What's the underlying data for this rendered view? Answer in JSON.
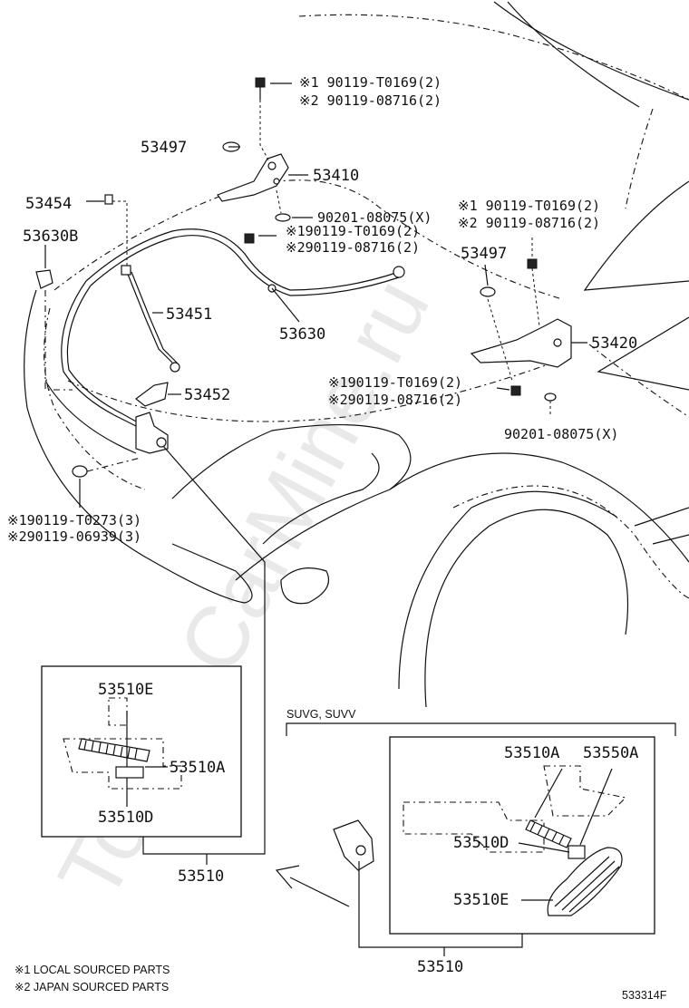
{
  "watermark": "ToyotaCarMine.ru",
  "labels": {
    "p53454": "53454",
    "p53630b": "53630B",
    "p53497_top": "53497",
    "p53410": "53410",
    "p53451": "53451",
    "p53452": "53452",
    "p53630": "53630",
    "p53497_right": "53497",
    "p53420": "53420"
  },
  "bolts": {
    "top_line1": "※1 90119-T0169(2)",
    "top_line2": "※2 90119-08716(2)",
    "mid_line1": "※190119-T0169(2)",
    "mid_line2": "※290119-08716(2)",
    "washer_mid": "90201-08075(X)",
    "right_line1": "※1 90119-T0169(2)",
    "right_line2": "※2 90119-08716(2)",
    "lower_line1": "※190119-T0169(2)",
    "lower_line2": "※290119-08716(2)",
    "washer_right": "90201-08075(X)",
    "left_line1": "※190119-T0273(3)",
    "left_line2": "※290119-06939(3)"
  },
  "inset_left": {
    "e": "53510E",
    "a": "53510A",
    "d": "53510D",
    "assembly": "53510"
  },
  "inset_right": {
    "header": "SUVG, SUVV",
    "a": "53510A",
    "b": "53550A",
    "d": "53510D",
    "e": "53510E",
    "assembly": "53510"
  },
  "footnotes": {
    "n1": "※1 LOCAL SOURCED PARTS",
    "n2": "※2 JAPAN SOURCED PARTS"
  },
  "figure_id": "533314F"
}
